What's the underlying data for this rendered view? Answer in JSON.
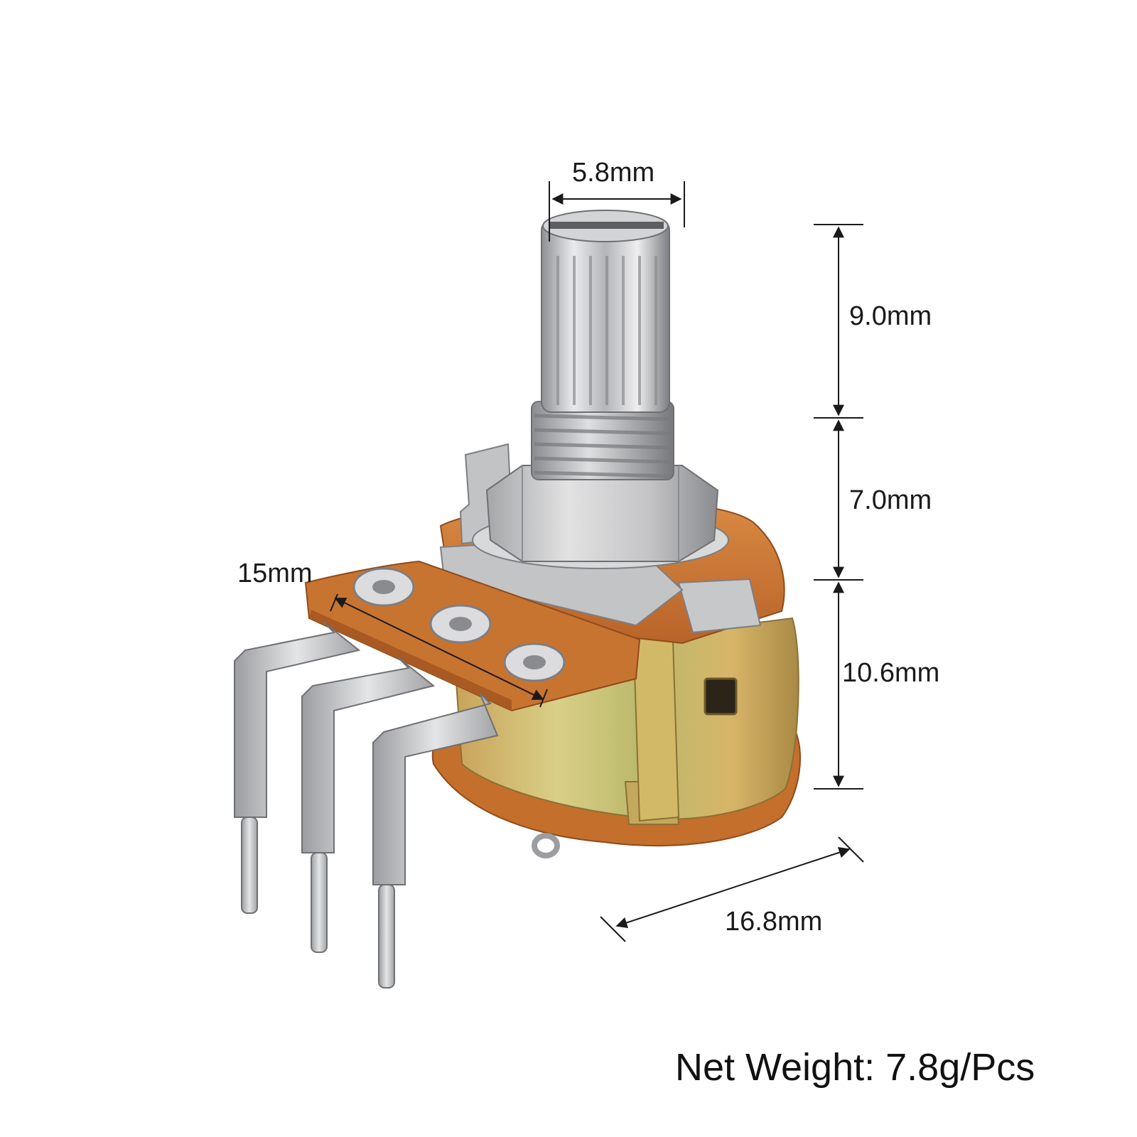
{
  "product": {
    "net_weight": "Net Weight: 7.8g/Pcs"
  },
  "dimensions": {
    "shaft_diameter": "5.8mm",
    "shaft_length": "9.0mm",
    "thread_length": "7.0mm",
    "body_height": "10.6mm",
    "terminal_row_width": "15mm",
    "body_diameter": "16.8mm"
  },
  "colors": {
    "background": "#ffffff",
    "phenolic_board": "#c9752e",
    "zinc_housing": "#c9b25a",
    "metal": "#c8c9cb",
    "dimension_line": "#1a1a1a"
  }
}
